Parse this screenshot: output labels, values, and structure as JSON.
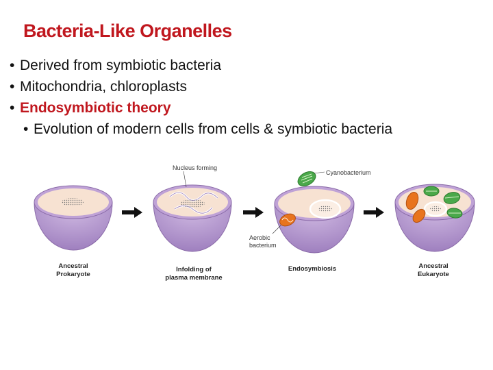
{
  "slide": {
    "title": "Bacteria-Like Organelles",
    "bullets": [
      {
        "text": "Derived from symbiotic bacteria"
      },
      {
        "text": "Mitochondria, chloroplasts"
      },
      {
        "text": "Endosymbiotic theory"
      },
      {
        "text": "Evolution of modern cells from cells & symbiotic bacteria"
      }
    ]
  },
  "diagram": {
    "stages": [
      {
        "line1": "Ancestral",
        "line2": "Prokaryote"
      },
      {
        "line1": "Infolding of",
        "line2": "plasma membrane"
      },
      {
        "line1": "Endosymbiosis",
        "line2": ""
      },
      {
        "line1": "Ancestral",
        "line2": "Eukaryote"
      }
    ],
    "callouts": {
      "nucleus_forming": "Nucleus forming",
      "cyanobacterium": "Cyanobacterium",
      "aerobic_line1": "Aerobic",
      "aerobic_line2": "bacterium"
    },
    "colors": {
      "cell_wall": "#b497cc",
      "cell_wall_dark": "#9a7bb8",
      "cytoplasm": "#f7e2d2",
      "chloroplast": "#4aa84a",
      "mitochondrion": "#e8741e",
      "title_red": "#c0171e"
    }
  }
}
